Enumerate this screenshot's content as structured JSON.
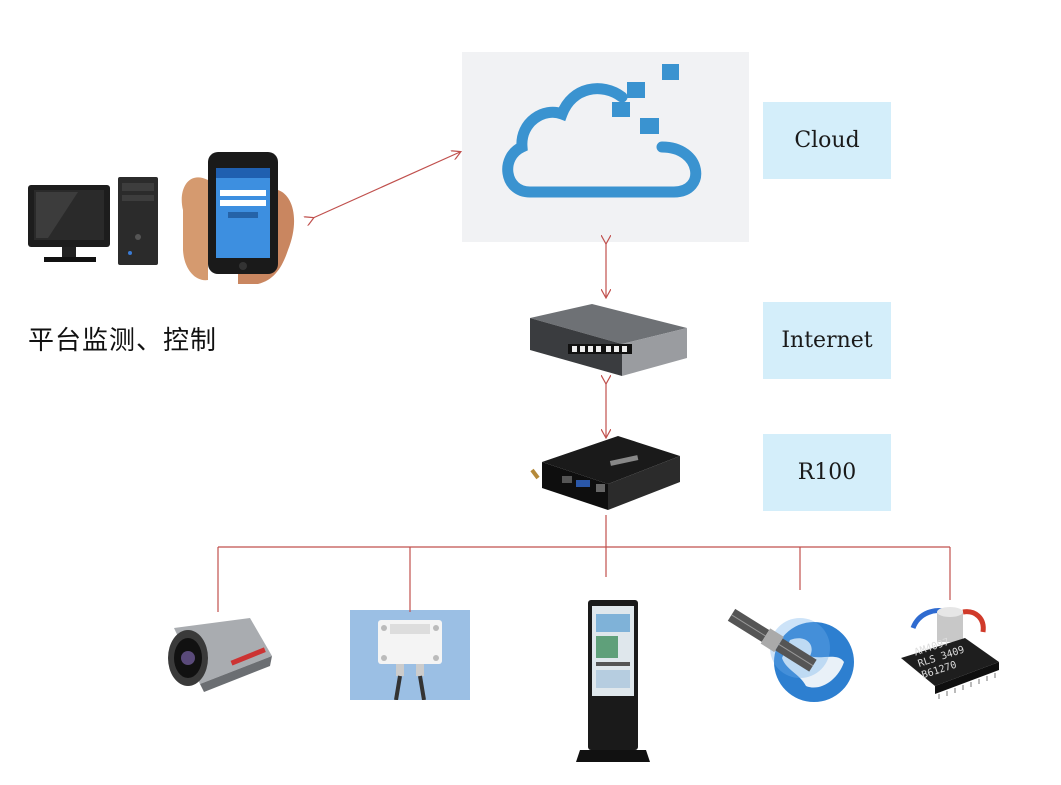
{
  "labels": {
    "cloud": "Cloud",
    "internet": "Internet",
    "r100": "R100"
  },
  "caption": "平台监测、控制",
  "sensor_chip_text": {
    "line1": "AM4097",
    "line2": "RLS 3409",
    "line3": "B61270"
  },
  "icons": [
    "desktop-computer-icon",
    "smartphone-app-icon",
    "cloud-icon",
    "network-switch-icon",
    "r100-gateway-icon",
    "security-camera-icon",
    "environment-sensor-icon",
    "kiosk-display-icon",
    "satellite-globe-icon",
    "sensor-chip-icon"
  ],
  "colors": {
    "connector": "#c0504d",
    "cloud_blue": "#3a93d0",
    "label_bg": "#d4eefa"
  }
}
